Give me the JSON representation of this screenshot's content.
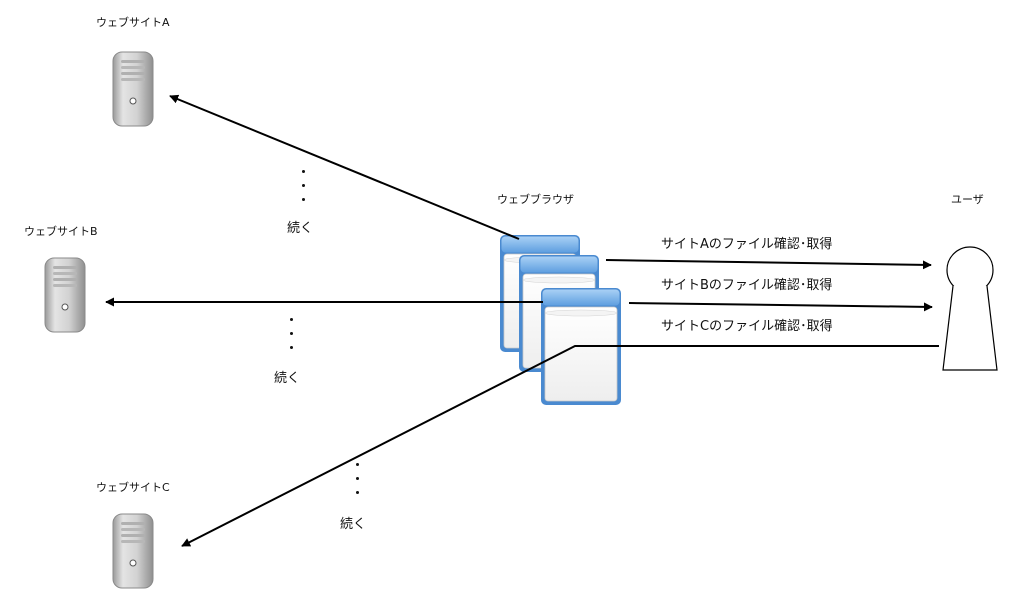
{
  "sites": [
    {
      "label": "ウェブサイトA"
    },
    {
      "label": "ウェブサイトB"
    },
    {
      "label": "ウェブサイトC"
    }
  ],
  "browser": {
    "label": "ウェブブラウザ"
  },
  "user": {
    "label": "ユーザ"
  },
  "messages": [
    "サイトAのファイル確認･取得",
    "サイトBのファイル確認･取得",
    "サイトCのファイル確認･取得"
  ],
  "continued_label": "続く",
  "colors": {
    "server_body": "#c9c9c9",
    "browser_frame": "#5b9bd5",
    "browser_title": "#7ab4ea",
    "line": "#000000"
  },
  "icons": {
    "server": "server-tower-icon",
    "browser": "browser-window-icon",
    "user": "person-icon"
  }
}
